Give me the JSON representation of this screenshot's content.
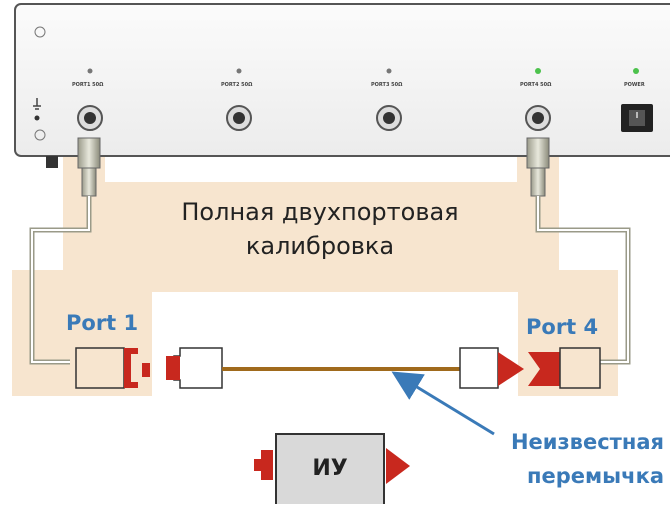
{
  "instrument": {
    "ports": [
      "PORT1 50Ω",
      "PORT2 50Ω",
      "PORT3 50Ω",
      "PORT4 50Ω"
    ],
    "power_label": "POWER"
  },
  "calibration": {
    "line1": "Полная двухпортовая",
    "line2": "калибровка"
  },
  "labels": {
    "port1": "Port 1",
    "port4": "Port 4",
    "unknown_line1": "Неизвестная",
    "unknown_line2": "перемычка",
    "dut": "ИУ"
  },
  "colors": {
    "highlight": "#f7e5cf",
    "connector_red": "#c8281e",
    "thru_line": "#a06a1c",
    "arrow_blue": "#3a7ab8",
    "led_green": "#4cc24c",
    "dut_fill": "#d9d9d9"
  }
}
